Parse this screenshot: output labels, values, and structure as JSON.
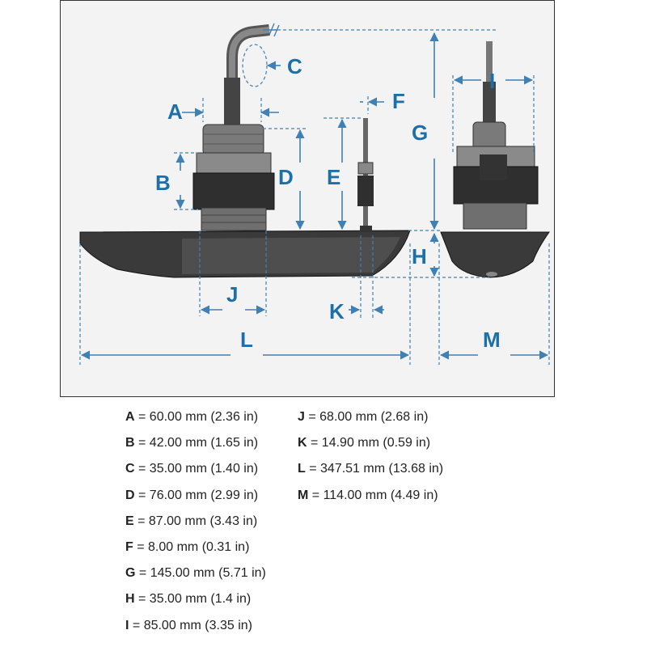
{
  "diagram": {
    "labels": {
      "A": "A",
      "B": "B",
      "C": "C",
      "D": "D",
      "E": "E",
      "F": "F",
      "G": "G",
      "H": "H",
      "I": "I",
      "J": "J",
      "K": "K",
      "L": "L",
      "M": "M"
    }
  },
  "specs": {
    "column1": [
      {
        "key": "A",
        "value": " = 60.00 mm (2.36 in)"
      },
      {
        "key": "B",
        "value": " = 42.00 mm (1.65 in)"
      },
      {
        "key": "C",
        "value": " = 35.00 mm (1.40 in)"
      },
      {
        "key": "D",
        "value": " = 76.00 mm (2.99 in)"
      },
      {
        "key": "E",
        "value": " = 87.00  mm (3.43 in)"
      },
      {
        "key": "F",
        "value": " = 8.00 mm (0.31 in)"
      },
      {
        "key": "G",
        "value": " = 145.00 mm (5.71 in)"
      },
      {
        "key": "H",
        "value": " = 35.00 mm (1.4 in)"
      },
      {
        "key": "I",
        "value": " = 85.00 mm (3.35 in)"
      }
    ],
    "column2": [
      {
        "key": "J",
        "value": " = 68.00 mm (2.68 in)"
      },
      {
        "key": "K",
        "value": " = 14.90 mm (0.59 in)"
      },
      {
        "key": "L",
        "value": " = 347.51 mm (13.68 in)"
      },
      {
        "key": "M",
        "value": " = 114.00 mm (4.49 in)"
      }
    ]
  }
}
